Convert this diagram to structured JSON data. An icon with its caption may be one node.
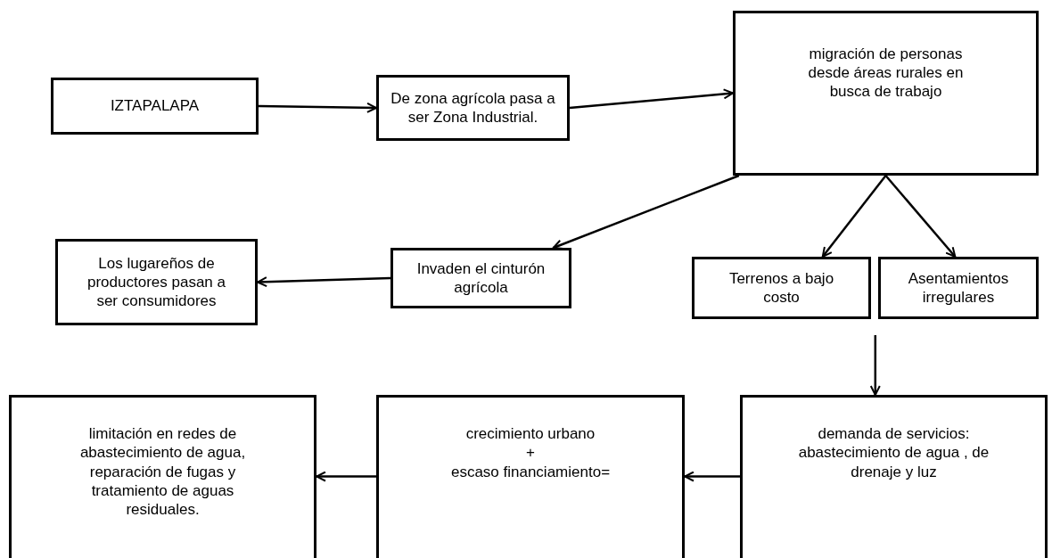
{
  "diagram": {
    "nodes": [
      {
        "text": [
          "IZTAPALAPA"
        ]
      },
      {
        "text": [
          "De zona agrícola pasa a ser Zona Industrial."
        ]
      },
      {
        "text": [
          "migración de personas desde áreas rurales en busca de trabajo"
        ]
      },
      {
        "text": [
          "Los lugareños de productores pasan a ser consumidores"
        ]
      },
      {
        "text": [
          "Invaden el cinturón agrícola"
        ]
      },
      {
        "text": [
          "Terrenos a bajo costo"
        ]
      },
      {
        "text": [
          "Asentamientos irregulares"
        ]
      },
      {
        "text": [
          "limitación en redes de abastecimiento de agua, reparación de fugas y tratamiento de aguas residuales."
        ]
      },
      {
        "text": [
          "crecimiento urbano",
          "+",
          "escaso financiamiento="
        ]
      },
      {
        "text": [
          "demanda de servicios: abastecimiento de agua , de drenaje y luz"
        ]
      }
    ],
    "edges": [
      {
        "from": 0,
        "to": 1,
        "arrow": "to"
      },
      {
        "from": 1,
        "to": 2,
        "arrow": "to"
      },
      {
        "from": 2,
        "to": 4,
        "arrow": "to"
      },
      {
        "from": 4,
        "to": 3,
        "arrow": "to"
      },
      {
        "from": 2,
        "to": 5,
        "arrow": "to"
      },
      {
        "from": 2,
        "to": 6,
        "arrow": "to"
      },
      {
        "from": null,
        "to": 9,
        "arrow": "to"
      },
      {
        "from": 9,
        "to": 8,
        "arrow": "to"
      },
      {
        "from": 8,
        "to": 7,
        "arrow": "to"
      }
    ]
  }
}
